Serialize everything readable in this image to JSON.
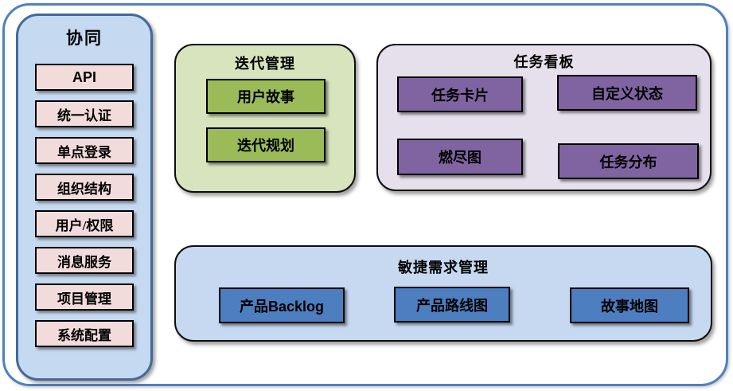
{
  "colors": {
    "frame_border": "#4f81bd",
    "sidebar_fill": "#c5d9f1",
    "sidebar_border": "#41699c",
    "sidebar_item_fill": "#f2dcdb",
    "iteration_panel_fill": "#d7e4bd",
    "iteration_item_fill": "#9bbb59",
    "kanban_panel_fill": "#e6e0ec",
    "kanban_item_fill": "#8064a2",
    "agile_panel_fill": "#c6d9f1",
    "agile_item_fill": "#4d7ebf",
    "box_border": "#000000"
  },
  "sidebar": {
    "title": "协同",
    "items": [
      "API",
      "统一认证",
      "单点登录",
      "组织结构",
      "用户/权限",
      "消息服务",
      "项目管理",
      "系统配置"
    ]
  },
  "iteration_panel": {
    "title": "迭代管理",
    "items": [
      "用户故事",
      "迭代规划"
    ]
  },
  "kanban_panel": {
    "title": "任务看板",
    "items": [
      "任务卡片",
      "自定义状态",
      "燃尽图",
      "任务分布"
    ]
  },
  "agile_panel": {
    "title": "敏捷需求管理",
    "items": [
      "产品Backlog",
      "产品路线图",
      "故事地图"
    ]
  }
}
